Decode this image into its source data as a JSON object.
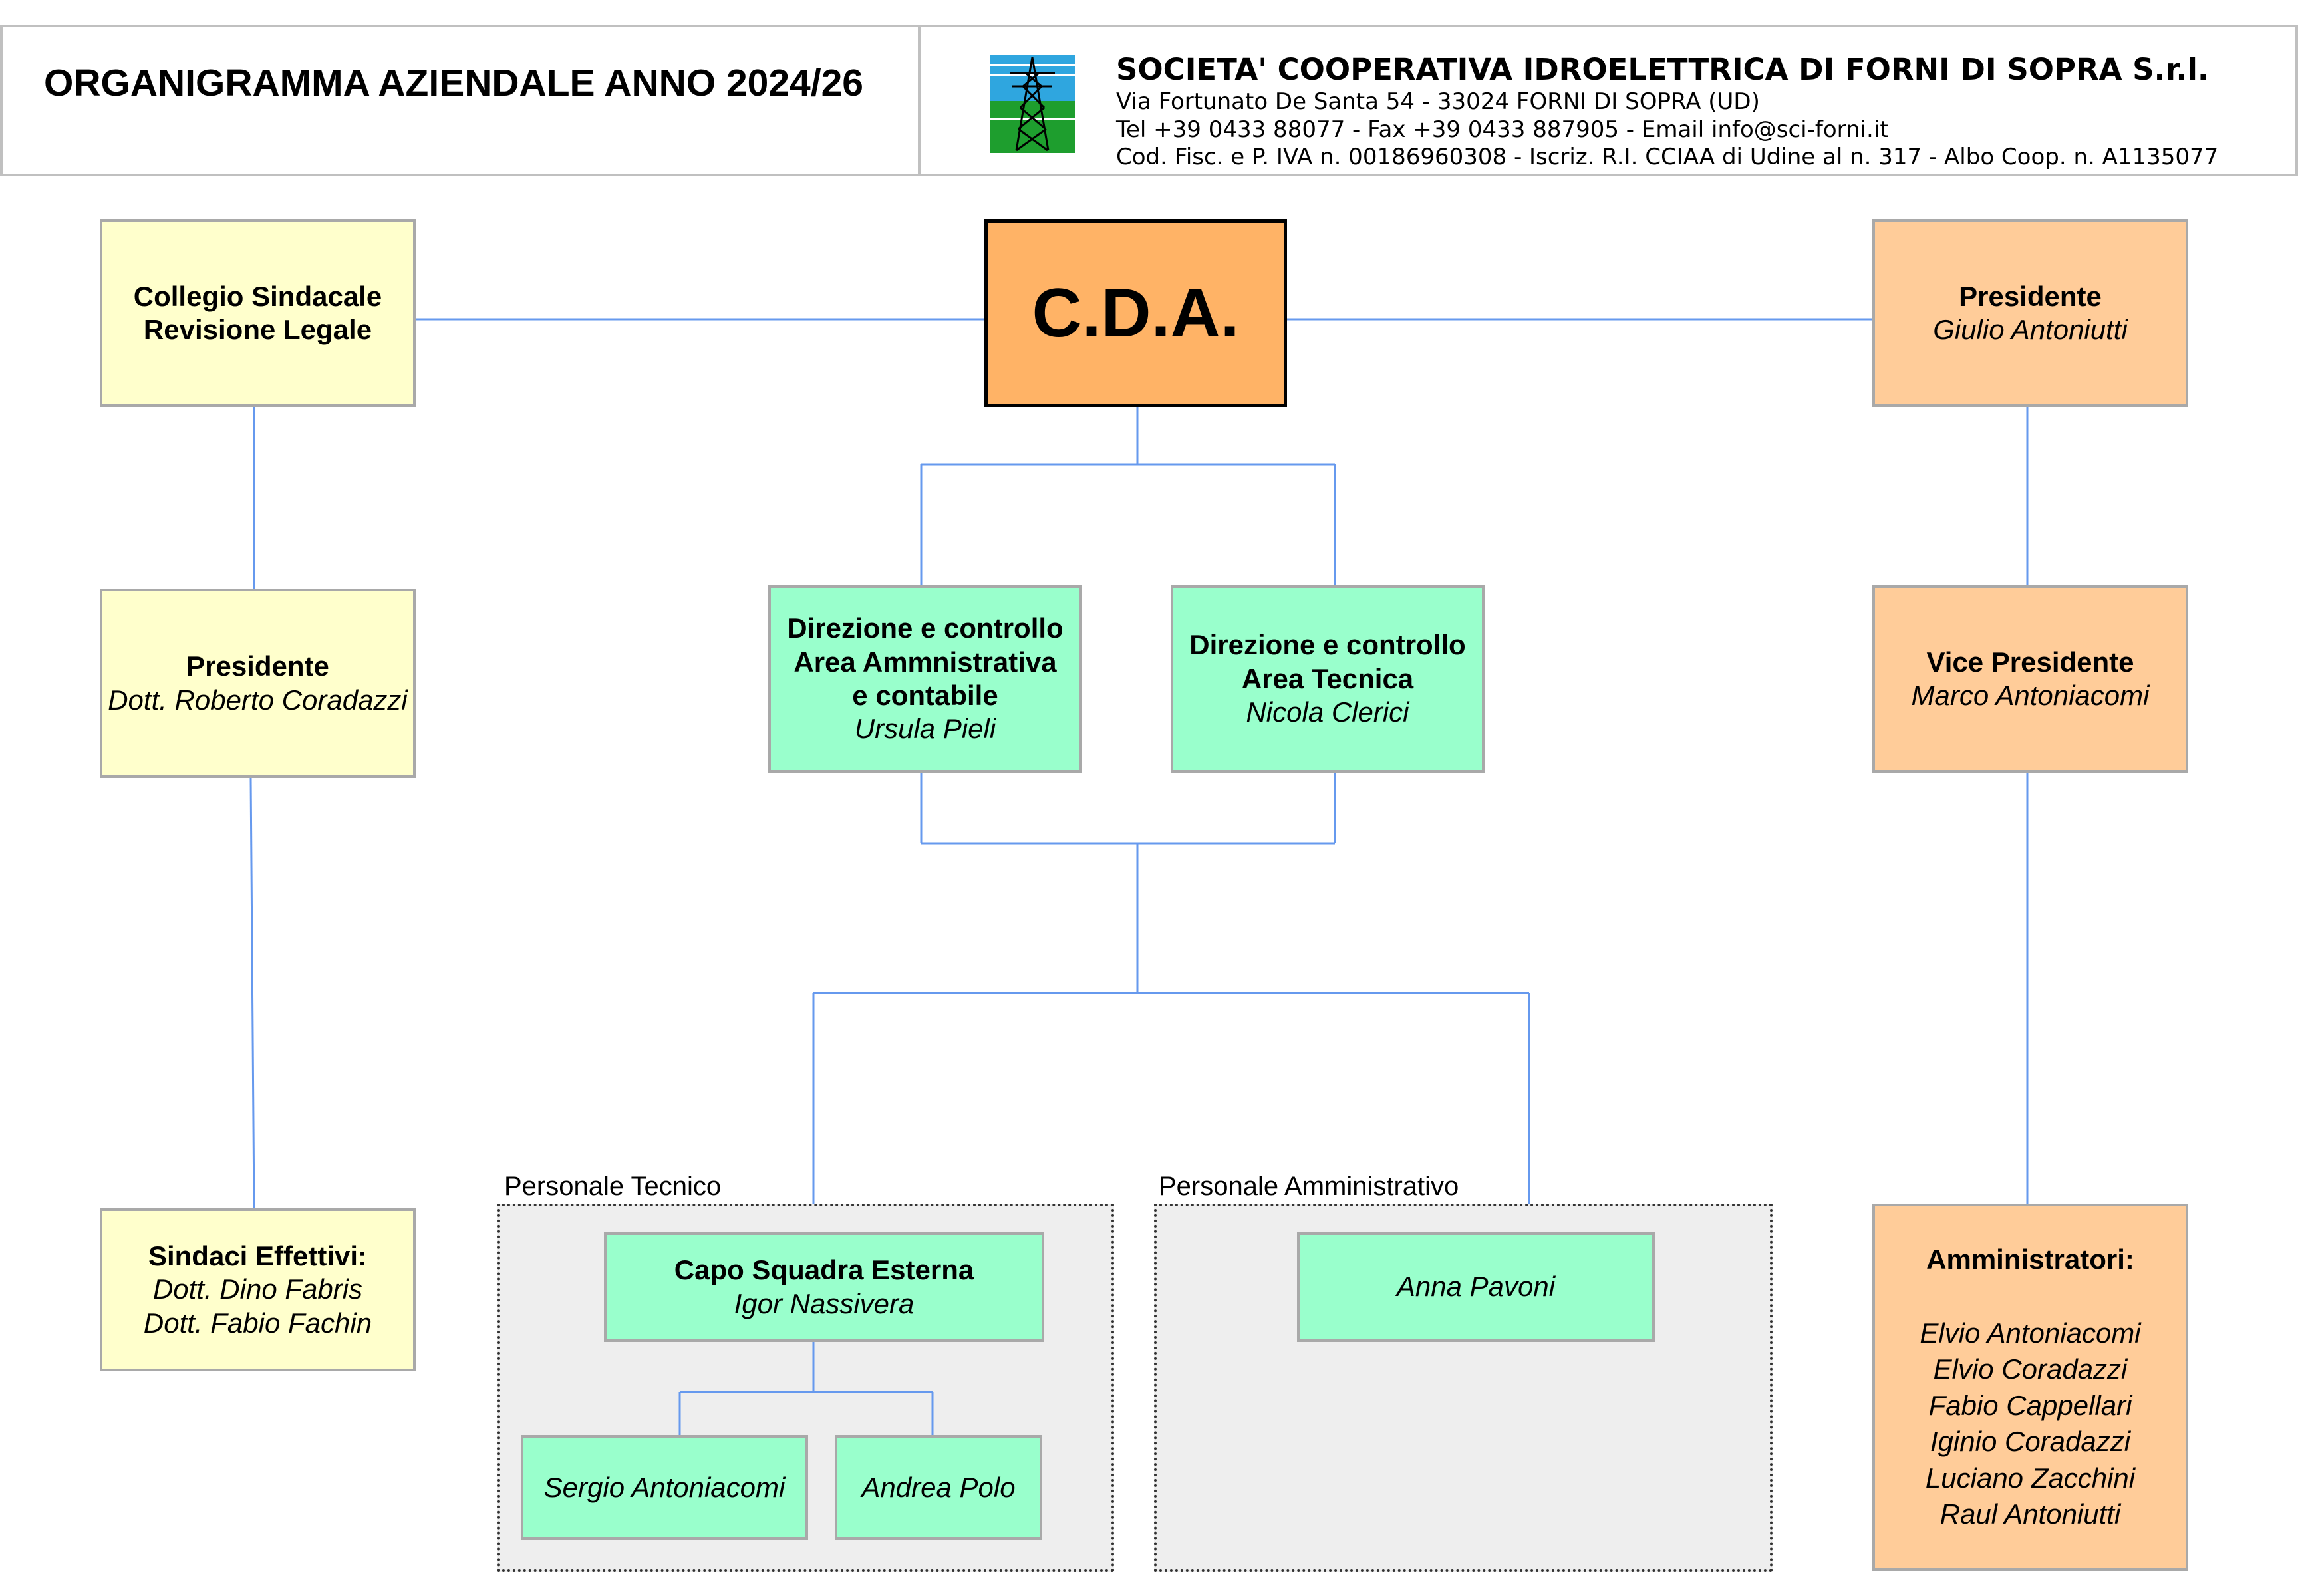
{
  "header": {
    "title": "ORGANIGRAMMA AZIENDALE ANNO 2024/26",
    "company_name": "SOCIETA' COOPERATIVA IDROELETTRICA DI FORNI DI SOPRA S.r.l.",
    "address": "Via Fortunato De Santa 54 - 33024 FORNI DI SOPRA (UD)",
    "contacts": "Tel +39 0433 88077 - Fax +39 0433 887905 - Email info@sci-forni.it",
    "fiscal": "Cod. Fisc. e P. IVA n. 00186960308 - Iscriz. R.I. CCIAA di Udine al n. 317 - Albo Coop. n. A1135077",
    "logo_icon": "power-pylon-icon"
  },
  "colors": {
    "connector": "#6699ee",
    "cda": "#ffb366",
    "yellow_box": "#ffffcc",
    "orange_box": "#ffcc99",
    "green_box": "#99ffcc",
    "group_background": "#eeeeee",
    "box_border": "#a9a9a9"
  },
  "cda": {
    "label": "C.D.A."
  },
  "left_column": {
    "collegio": {
      "line1": "Collegio Sindacale",
      "line2": "Revisione Legale"
    },
    "presidente": {
      "role": "Presidente",
      "name": "Dott. Roberto Coradazzi"
    },
    "sindaci": {
      "role": "Sindaci Effettivi:",
      "names": [
        "Dott. Dino Fabris",
        "Dott. Fabio Fachin"
      ]
    }
  },
  "right_column": {
    "presidente": {
      "role": "Presidente",
      "name": "Giulio Antoniutti"
    },
    "vice_presidente": {
      "role": "Vice Presidente",
      "name": "Marco Antoniacomi"
    },
    "amministratori": {
      "role": "Amministratori:",
      "names": [
        "Elvio Antoniacomi",
        "Elvio Coradazzi",
        "Fabio Cappellari",
        "Iginio Coradazzi",
        "Luciano Zacchini",
        "Raul Antoniutti"
      ]
    }
  },
  "direzioni": {
    "amministrativa": {
      "line1": "Direzione e controllo",
      "line2": "Area Ammnistrativa",
      "line3": "e contabile",
      "name": "Ursula Pieli"
    },
    "tecnica": {
      "line1": "Direzione e controllo",
      "line2": "Area Tecnica",
      "name": "Nicola Clerici"
    }
  },
  "personale_tecnico": {
    "label": "Personale Tecnico",
    "capo": {
      "role": "Capo Squadra Esterna",
      "name": "Igor Nassivera"
    },
    "members": [
      "Sergio Antoniacomi",
      "Andrea Polo"
    ]
  },
  "personale_amministrativo": {
    "label": "Personale Amministrativo",
    "members": [
      "Anna Pavoni"
    ]
  }
}
